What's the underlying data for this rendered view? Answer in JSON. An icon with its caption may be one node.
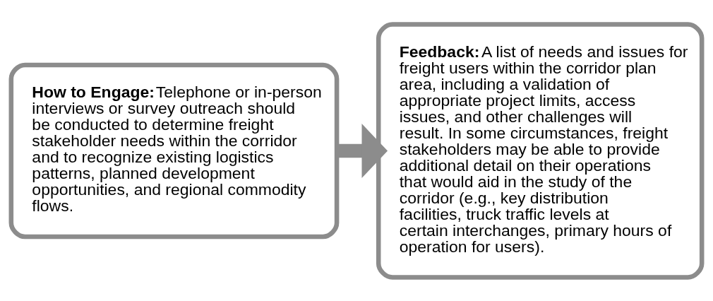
{
  "diagram": {
    "nodes": [
      {
        "text": [
          "How to Engage:",
          "Telephone or in-person interviews or survey outreach should be conducted to determine freight stakeholder needs within the corridor and to recognize existing logistics patterns, planned development opportunities, and regional commodity flows."
        ]
      },
      {
        "text": [
          "Feedback:",
          "A list of needs and issues for freight users within the corridor plan area, including a validation of appropriate project limits, access issues, and other challenges will result. In some circumstances, freight stakeholders may be able to provide additional detail on their operations that would aid in the study of the corridor (e.g., key distribution facilities, truck traffic levels at certain interchanges, primary hours of operation for users)."
        ]
      }
    ],
    "edges": [
      {
        "from": 0,
        "to": 1,
        "arrow": "to"
      }
    ]
  }
}
